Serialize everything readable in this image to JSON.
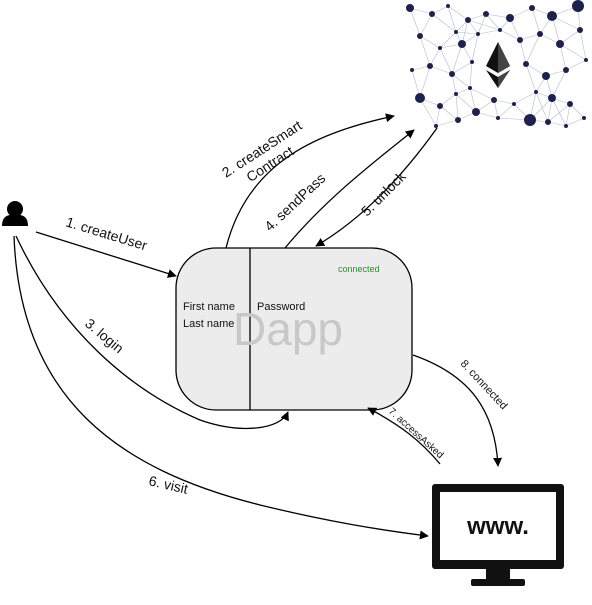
{
  "dapp": {
    "watermark": "Dapp",
    "field_first_name": "First name",
    "field_last_name": "Last name",
    "field_password": "Password",
    "status": "connected",
    "status_color": "#1a9a1a",
    "fill_color": "#ececec"
  },
  "edges": {
    "e1": "1. createUser",
    "e2a": "2. createSmart",
    "e2b": "Contract",
    "e3": "3. login",
    "e4": "4. sendPass",
    "e5": "5. unlock",
    "e6": "6. visit",
    "e7": "7. accessAsked",
    "e8": "8. connected"
  },
  "nodes": {
    "user": {
      "icon": "user-icon"
    },
    "blockchain": {
      "icon": "ethereum-network-icon",
      "dot_color": "#1c2250"
    },
    "website": {
      "icon": "monitor-icon",
      "screen_text": "www."
    }
  }
}
